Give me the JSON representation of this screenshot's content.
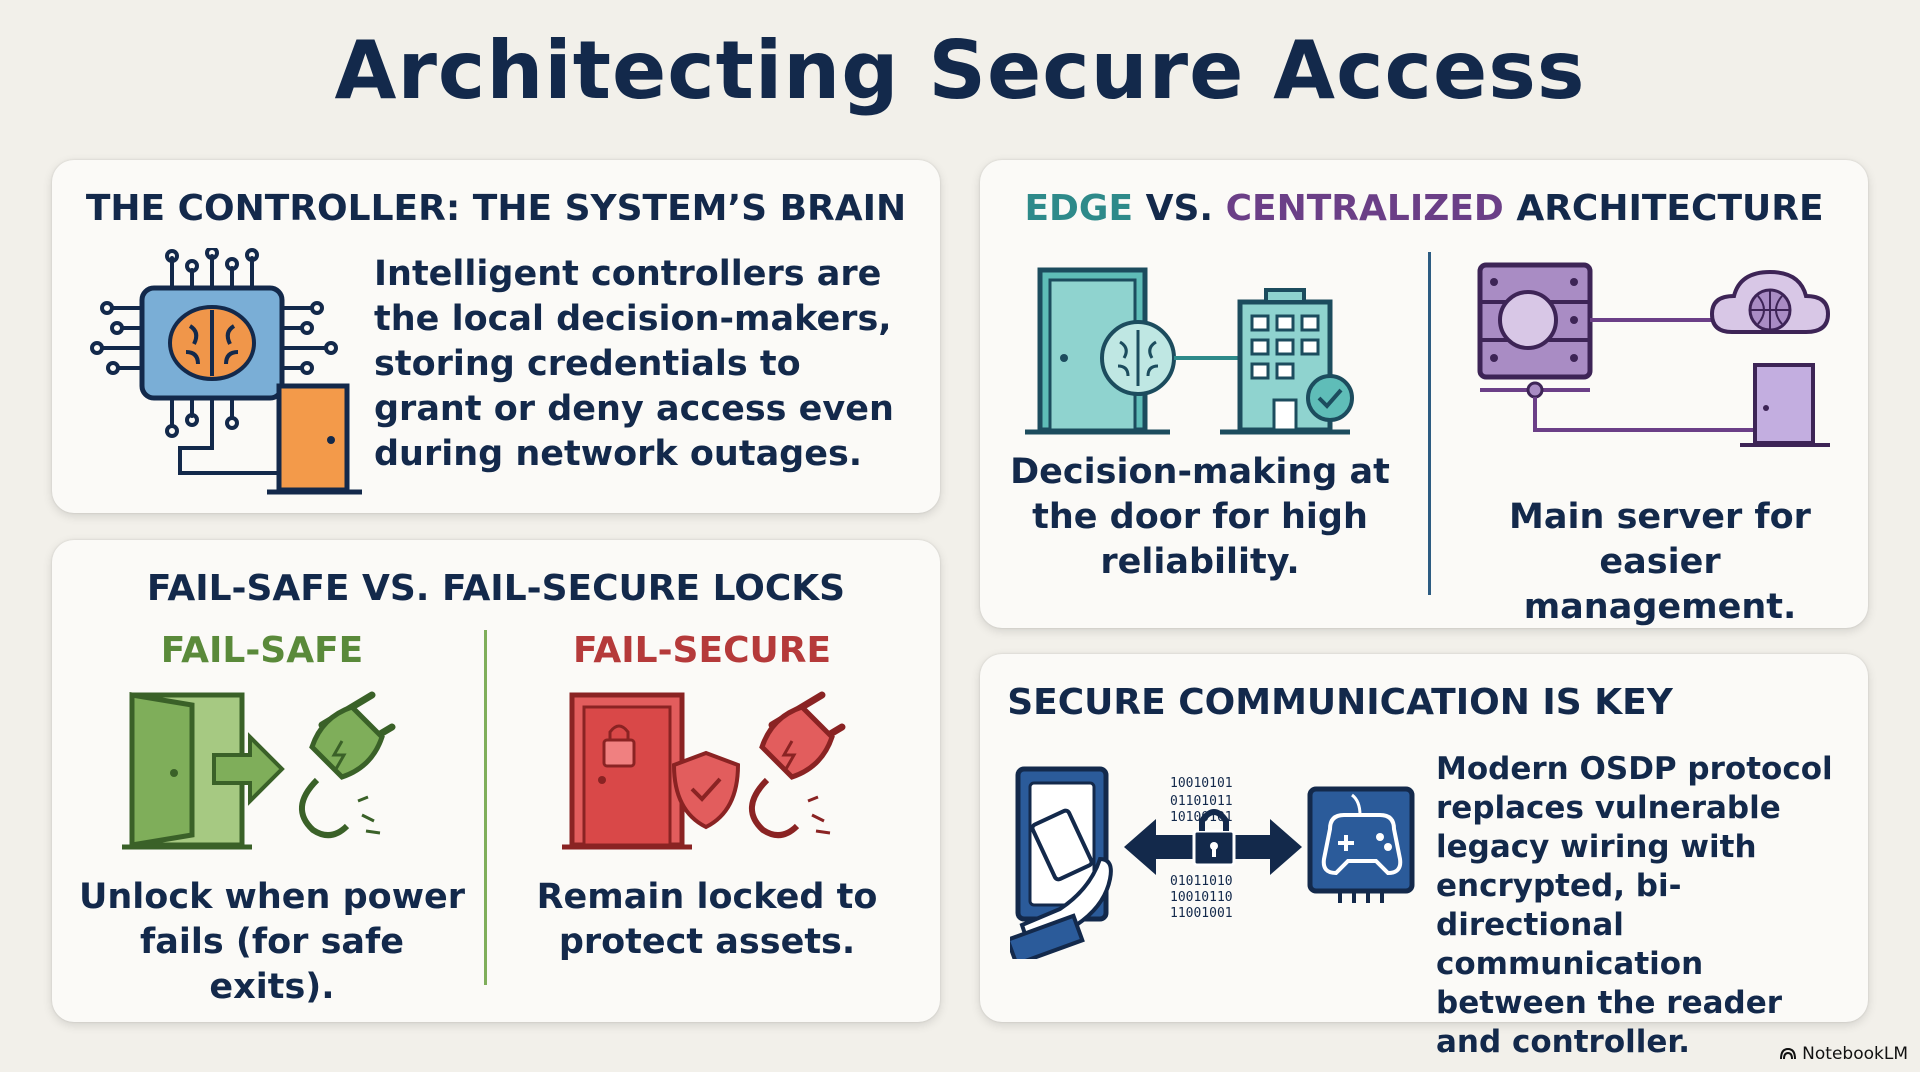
{
  "title": "Architecting Secure Access",
  "controller": {
    "heading": "THE CONTROLLER: THE SYSTEM’S BRAIN",
    "body": "Intelligent controllers are the local decision-makers, storing credentials to grant or deny access even during network outages.",
    "icons": [
      "brain-chip-icon",
      "door-icon"
    ]
  },
  "edge": {
    "heading_edge": "EDGE",
    "heading_vs": " VS. ",
    "heading_centralized": "CENTRALIZED",
    "heading_arch": " ARCHITECTURE",
    "edge_caption": "Decision-making at the door for high reliability.",
    "central_caption": "Main server for easier management.",
    "icons": [
      "door-icon",
      "brain-icon",
      "building-icon",
      "check-icon",
      "server-icon",
      "cloud-globe-icon"
    ],
    "colors": {
      "edge": "#2e8a8a",
      "centralized": "#6b3f87"
    }
  },
  "fail": {
    "heading": "FAIL-SAFE VS. FAIL-SECURE LOCKS",
    "safe_label": "FAIL-SAFE",
    "safe_caption": "Unlock when power fails (for safe exits).",
    "secure_label": "FAIL-SECURE",
    "secure_caption": "Remain locked to protect assets.",
    "icons": [
      "open-door-icon",
      "arrow-icon",
      "plug-icon",
      "locked-door-icon",
      "shield-check-icon"
    ],
    "colors": {
      "safe": "#5a8a3a",
      "secure": "#b53a3a"
    }
  },
  "comm": {
    "heading": "SECURE COMMUNICATION IS KEY",
    "body": "Modern OSDP protocol replaces vulnerable legacy wiring with encrypted, bi-directional communication between the reader and controller.",
    "icons": [
      "card-reader-icon",
      "binary-lock-icon",
      "controller-icon"
    ]
  },
  "brand": "NotebookLM"
}
